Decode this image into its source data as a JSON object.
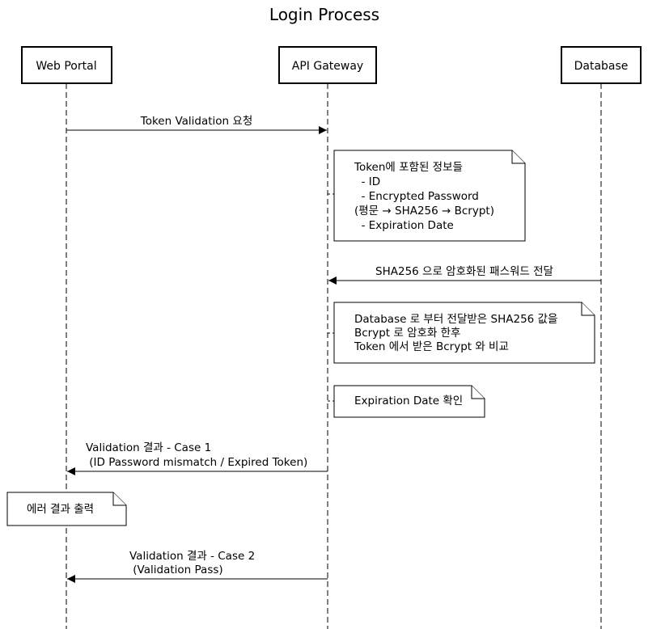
{
  "title": "Login Process",
  "participants": [
    {
      "id": "web",
      "label": "Web Portal"
    },
    {
      "id": "api",
      "label": "API Gateway"
    },
    {
      "id": "db",
      "label": "Database"
    }
  ],
  "messages": [
    {
      "id": "msg-token-validation",
      "from": "web",
      "to": "api",
      "lines": [
        "Token Validation 요청"
      ]
    },
    {
      "id": "msg-sha256",
      "from": "db",
      "to": "api",
      "lines": [
        "SHA256 으로 암호화된 패스워드 전달"
      ]
    },
    {
      "id": "msg-result-case1",
      "from": "api",
      "to": "web",
      "lines": [
        "Validation 결과 - Case 1",
        " (ID Password mismatch / Expired Token)"
      ]
    },
    {
      "id": "msg-result-case2",
      "from": "api",
      "to": "web",
      "lines": [
        "Validation 결과 - Case 2",
        " (Validation Pass)"
      ]
    }
  ],
  "notes": [
    {
      "id": "note-token-info",
      "lines": [
        "Token에 포함된 정보들",
        "  - ID",
        "  - Encrypted Password",
        "(평문 → SHA256 → Bcrypt)",
        "  - Expiration Date"
      ]
    },
    {
      "id": "note-bcrypt-compare",
      "lines": [
        "Database 로 부터 전달받은 SHA256 값을",
        "Bcrypt 로 암호화 한후",
        "Token 에서 받은 Bcrypt 와 비교"
      ]
    },
    {
      "id": "note-expiration",
      "lines": [
        "Expiration Date 확인"
      ]
    },
    {
      "id": "note-error-output",
      "lines": [
        "에러 결과 출력"
      ]
    }
  ]
}
